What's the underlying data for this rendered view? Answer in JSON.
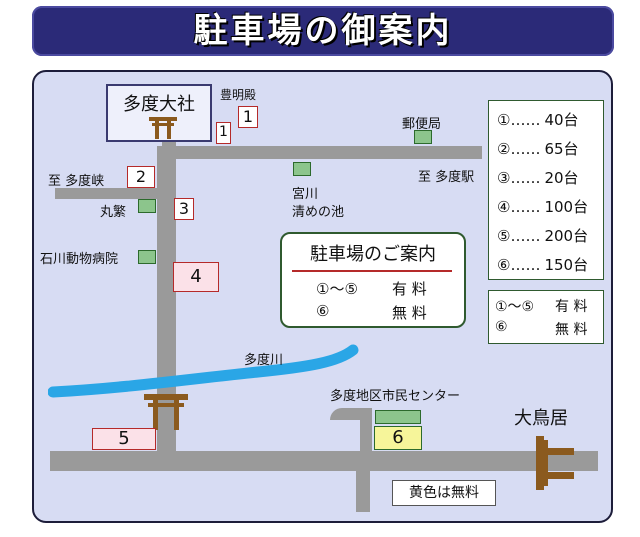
{
  "title": "駐車場の御案内",
  "shrine": {
    "name": "多度大社",
    "building": "豊明殿"
  },
  "places": {
    "post_office": "郵便局",
    "to_gorge": "至 多度峡",
    "to_station": "至 多度駅",
    "marushige": "丸繁",
    "miyagawa_line1": "宮川",
    "miyagawa_line2": "清めの池",
    "animal_hospital": "石川動物病院",
    "river": "多度川",
    "civic_center": "多度地区市民センター",
    "great_torii": "大鳥居"
  },
  "parking_markers": {
    "p1a": "1",
    "p1b": "1",
    "p2": "2",
    "p3": "3",
    "p4": "4",
    "p5": "5",
    "p6": "6"
  },
  "yellow_note": "黄色は無料",
  "info_card": {
    "heading": "駐車場のご案内",
    "rows": [
      {
        "key": "①～⑤",
        "value": "有 料"
      },
      {
        "key": "⑥",
        "value": "無 料"
      }
    ]
  },
  "capacity_legend": [
    {
      "lot": "①",
      "dots": "……",
      "count": "40台"
    },
    {
      "lot": "②",
      "dots": "……",
      "count": "65台"
    },
    {
      "lot": "③",
      "dots": "……",
      "count": "20台"
    },
    {
      "lot": "④",
      "dots": "……",
      "count": "100台"
    },
    {
      "lot": "⑤",
      "dots": "……",
      "count": "200台"
    },
    {
      "lot": "⑥",
      "dots": "……",
      "count": "150台"
    }
  ],
  "fee_legend": [
    {
      "key": "①～⑤",
      "value": "有 料"
    },
    {
      "key": "⑥",
      "value": "無 料"
    }
  ],
  "colors": {
    "title_bg": "#2b2a78",
    "map_bg": "#d7dcf3",
    "road": "#9a9a9a",
    "river": "#2aa6e6",
    "torii": "#8b5a1e",
    "paid_lot": "#fbe1e8",
    "free_lot": "#f6f59a",
    "building": "#8cc58c"
  }
}
